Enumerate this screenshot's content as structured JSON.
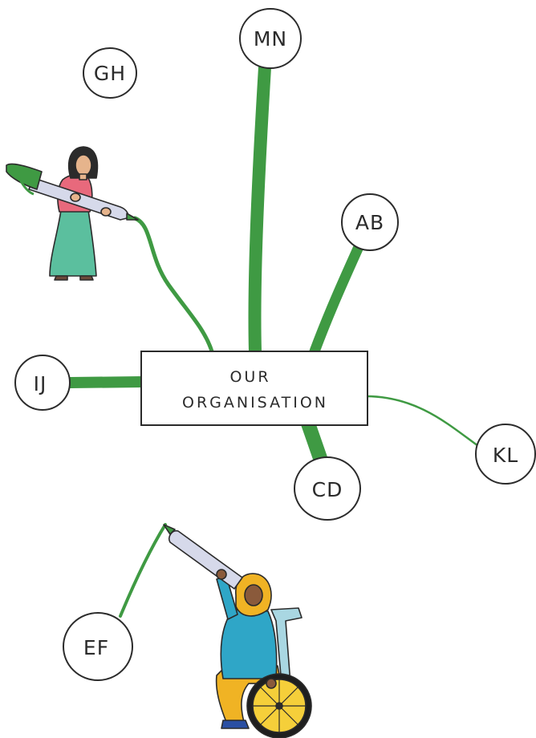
{
  "center": {
    "line1": "OUR",
    "line2": "ORGANISATION"
  },
  "nodes": {
    "mn": "MN",
    "gh": "GH",
    "ab": "AB",
    "ij": "IJ",
    "kl": "KL",
    "cd": "CD",
    "ef": "EF"
  },
  "colors": {
    "branch": "#3f9a43",
    "outline": "#2b2b2b",
    "pen_body": "#d6d9ea",
    "pen_cap": "#3f9a43",
    "person1_top": "#e8697c",
    "person1_skirt": "#5bbf9e",
    "person2_scarf": "#f0b324",
    "person2_top": "#2fa6c7",
    "person2_trousers": "#f0b324",
    "wheel": "#f5cf3a",
    "wheelchair": "#a9d7e2"
  },
  "icons": [
    "pen-icon",
    "person-icon",
    "wheelchair-icon"
  ]
}
